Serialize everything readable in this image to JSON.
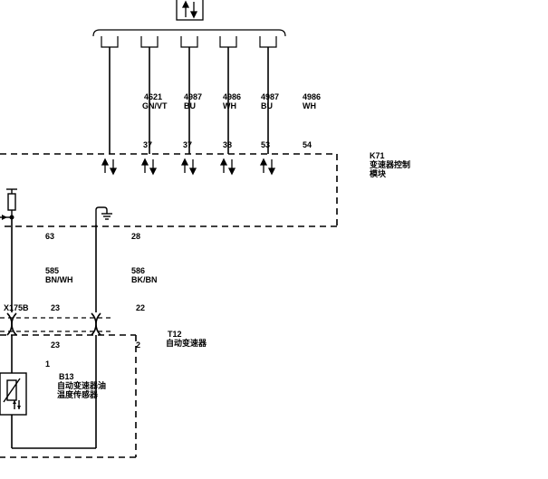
{
  "wires": [
    {
      "circuit": "4621",
      "color": "GN/VT",
      "pin": "37"
    },
    {
      "circuit": "4987",
      "color": "BU",
      "pin": "37"
    },
    {
      "circuit": "4986",
      "color": "WH",
      "pin": "38"
    },
    {
      "circuit": "4987",
      "color": "BU",
      "pin": "53"
    },
    {
      "circuit": "4986",
      "color": "WH",
      "pin": "54"
    }
  ],
  "module_k71": {
    "id": "K71",
    "name_line1": "变速器控制",
    "name_line2": "模块"
  },
  "module_pins": {
    "left_pin": "63",
    "right_pin": "28"
  },
  "lower_wires": {
    "left_circuit": "585",
    "left_color": "BN/WH",
    "right_circuit": "586",
    "right_color": "BK/BN"
  },
  "connector": {
    "id": "X175B",
    "pin_left_top": "23",
    "pin_right_top": "22",
    "pin_left_bottom": "23",
    "pin_right_bottom": "2"
  },
  "t12": {
    "id": "T12",
    "name": "自动变速器"
  },
  "sensor": {
    "pin": "1",
    "id": "B13",
    "name_line1": "自动变速器油",
    "name_line2": "温度传感器"
  }
}
